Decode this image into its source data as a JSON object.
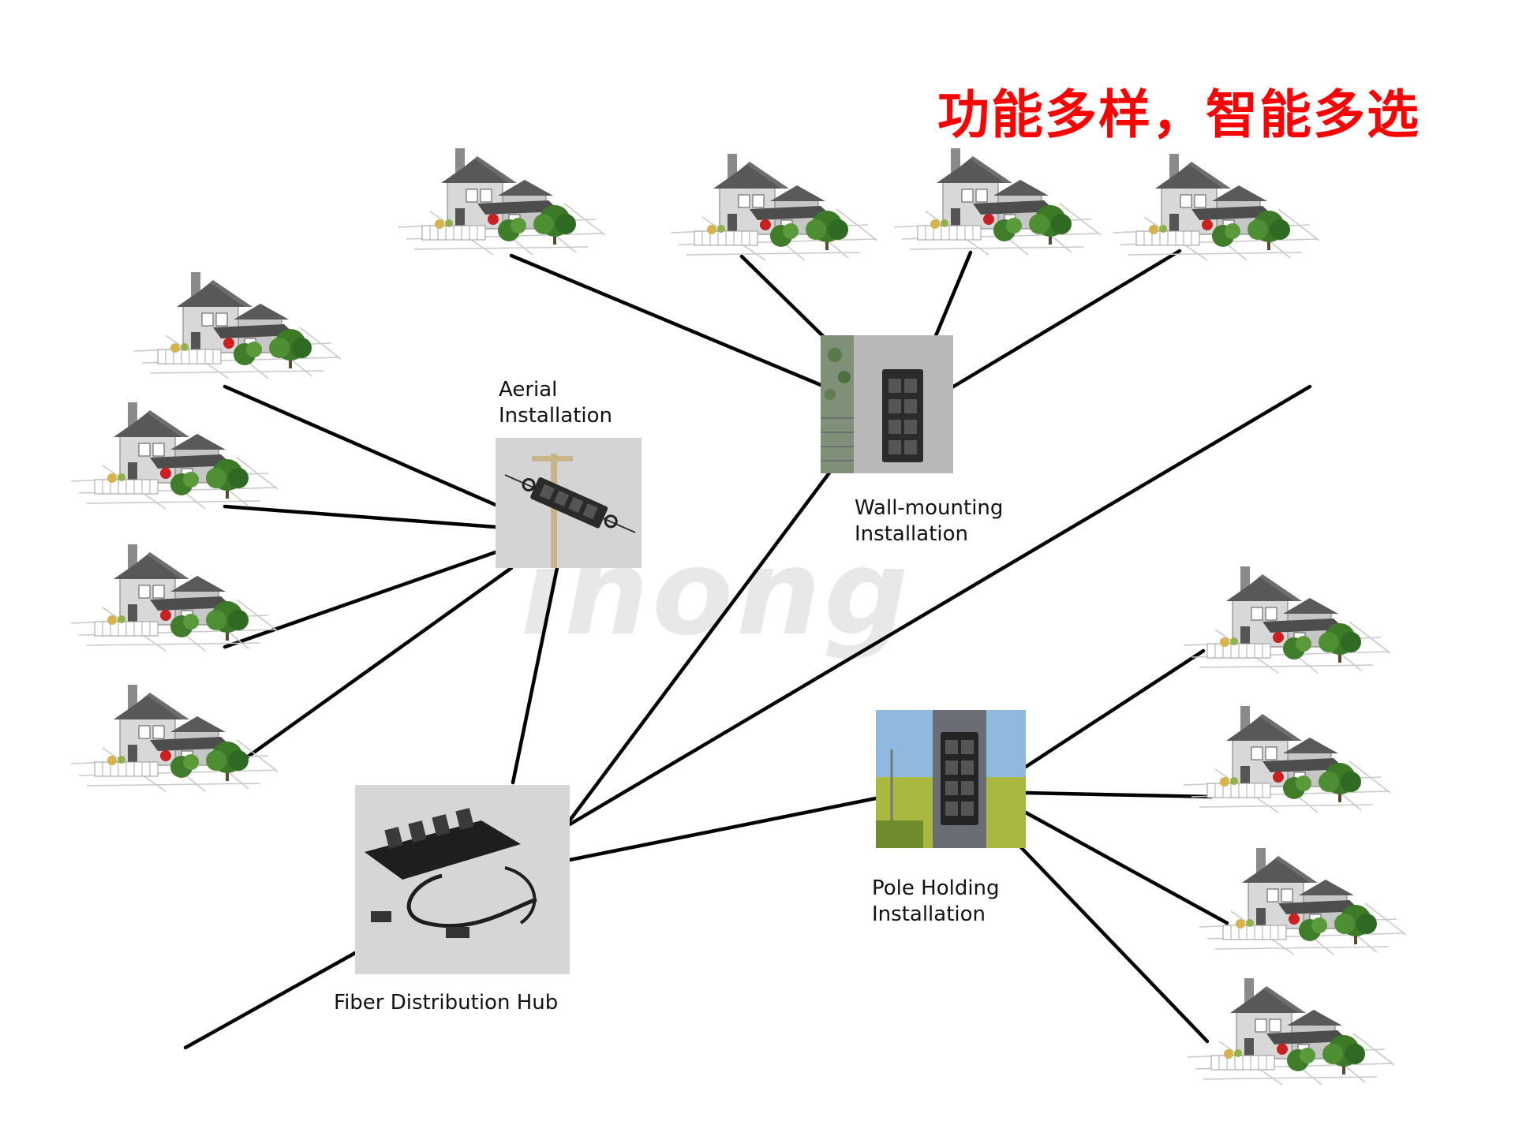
{
  "headline": "功能多样，智能多选",
  "watermark": "ihong",
  "nodes": {
    "aerial": {
      "label_line1": "Aerial",
      "label_line2": "Installation"
    },
    "wall": {
      "label_line1": "Wall-mounting",
      "label_line2": "Installation"
    },
    "pole": {
      "label_line1": "Pole Holding",
      "label_line2": "Installation"
    },
    "hub": {
      "label": "Fiber Distribution Hub"
    }
  },
  "colors": {
    "headline": "#ff0000",
    "link": "#000000",
    "panel": "#d6d6d6"
  }
}
